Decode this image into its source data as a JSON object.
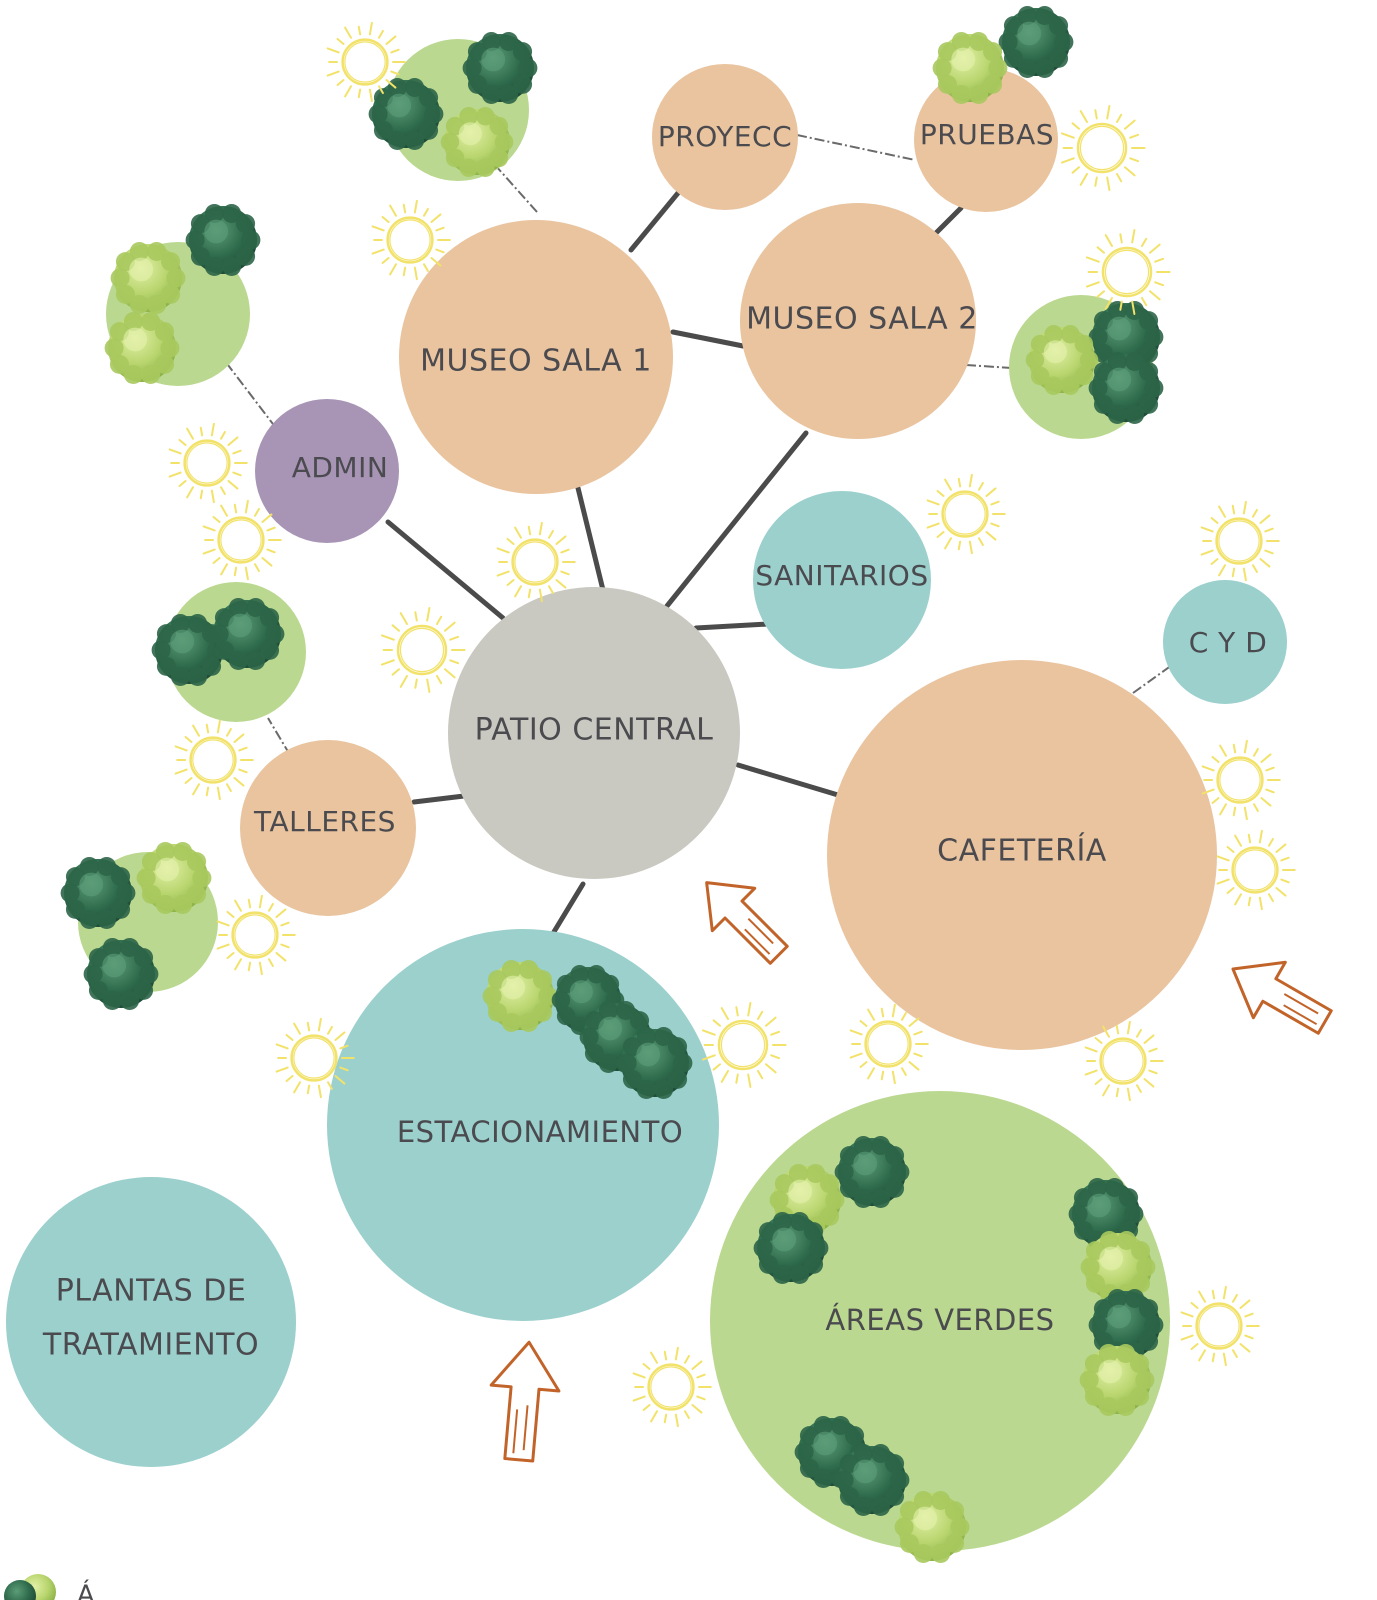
{
  "nodes": {
    "museo_sala_1": "MUSEO SALA 1",
    "museo_sala_2": "MUSEO SALA 2",
    "proyecc": "PROYECC",
    "pruebas": "PRUEBAS",
    "admin": "ADMIN",
    "sanitarios": "SANITARIOS",
    "patio_central": "PATIO CENTRAL",
    "c_y_d": "C Y D",
    "talleres": "TALLERES",
    "cafeteria": "CAFETERÍA",
    "estacionamiento": "ESTACIONAMIENTO",
    "plantas_line1": "PLANTAS DE",
    "plantas_line2": "TRATAMIENTO",
    "areas_verdes": "ÁREAS VERDES"
  },
  "legend": {
    "label": "Á"
  },
  "colors": {
    "peach": "#e9c49f",
    "gray": "#c9c9c1",
    "teal": "#9bd0cd",
    "purple": "#a895b6",
    "green": "#bad88f",
    "connector": "#4b4b4b",
    "sun": "#f2e26a",
    "arrow": "#c2642a",
    "tree_dark": "#2e6b4c",
    "tree_light": "#b5d36a"
  },
  "icons": [
    "sun-icon",
    "tree-icon",
    "entrance-arrow-icon"
  ]
}
